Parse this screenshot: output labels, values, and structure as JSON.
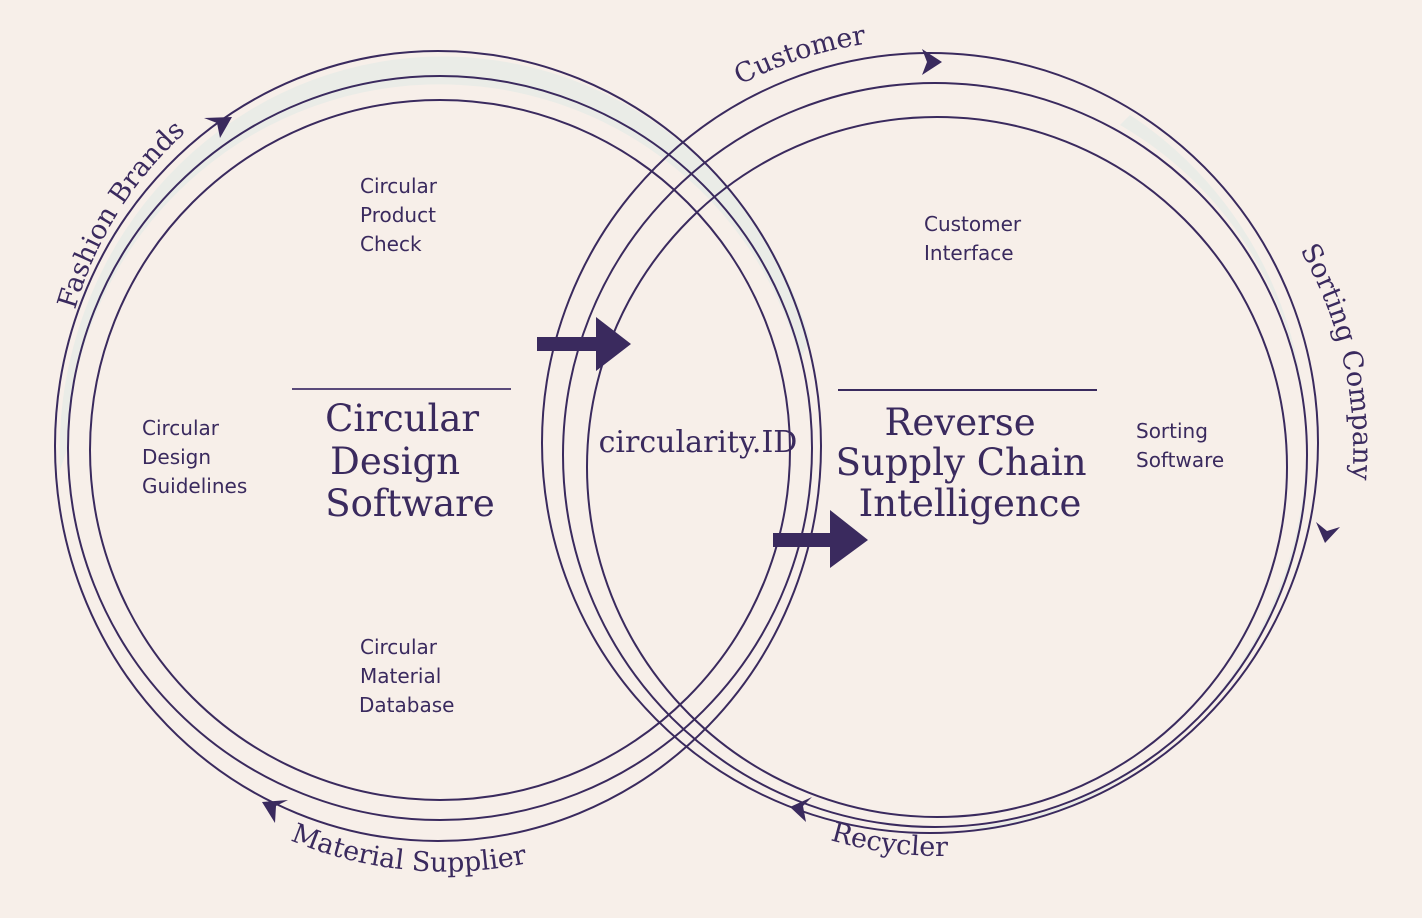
{
  "colors": {
    "background": "#f7efe9",
    "ink": "#3a2a5e",
    "band_fill": "#eaece7"
  },
  "left_system": {
    "title_lines": [
      "Circular",
      "Design",
      "Software"
    ],
    "modules": {
      "top": [
        "Circular",
        "Product",
        "Check"
      ],
      "left": [
        "Circular",
        "Design",
        "Guidelines"
      ],
      "bottom": [
        "Circular",
        "Material",
        "Database"
      ]
    },
    "orbit_labels": {
      "upper": "Fashion Brands",
      "lower": "Material Supplier"
    }
  },
  "right_system": {
    "title_lines": [
      "Reverse",
      "Supply Chain",
      "Intelligence"
    ],
    "modules": {
      "top": [
        "Customer",
        "Interface"
      ],
      "right": [
        "Sorting",
        "Software"
      ]
    },
    "orbit_labels": {
      "upper": "Customer",
      "right": "Sorting Company",
      "lower": "Recycler"
    }
  },
  "center": {
    "label": "circularity.ID"
  },
  "icons": {
    "flow_arrow_left": "right-arrow",
    "flow_arrow_right": "right-arrow"
  }
}
